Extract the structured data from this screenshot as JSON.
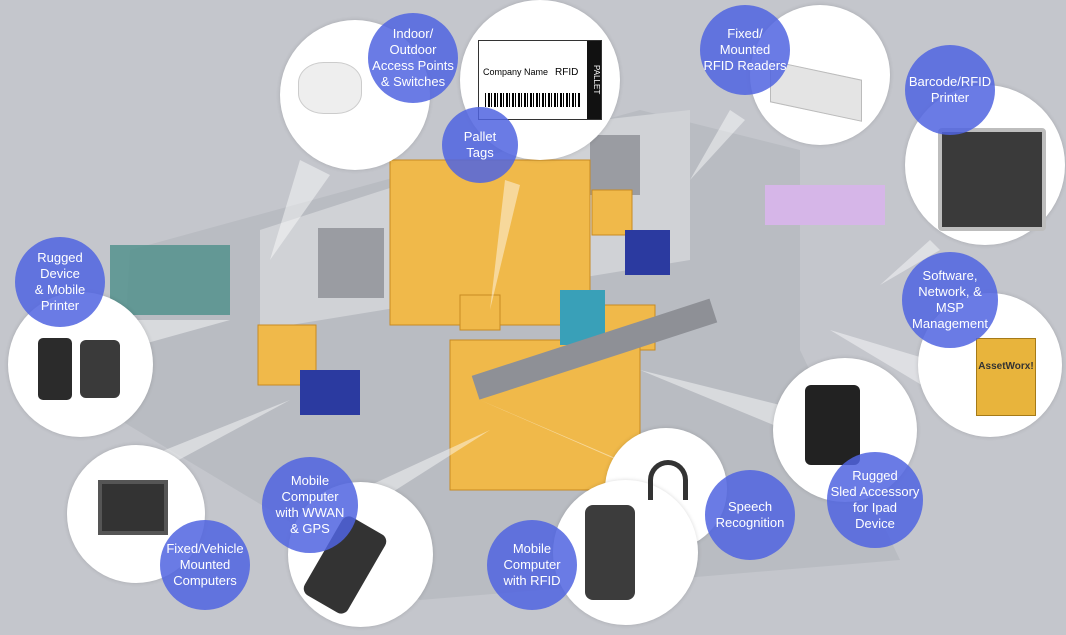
{
  "colors": {
    "background": "#c4c6cc",
    "label_bubble": "#5064e1",
    "floor": "#b9bcc2",
    "boxes": "#f0b94a",
    "forklift": "#2b3aa0"
  },
  "callouts": [
    {
      "id": "access-points",
      "label": "Indoor/\nOutdoor\nAccess Points\n& Switches"
    },
    {
      "id": "pallet-tags",
      "label": "Pallet\nTags"
    },
    {
      "id": "fixed-rfid",
      "label": "Fixed/\nMounted\nRFID Readers"
    },
    {
      "id": "printer",
      "label": "Barcode/RFID\nPrinter"
    },
    {
      "id": "software",
      "label": "Software,\nNetwork, &\nMSP\nManagement"
    },
    {
      "id": "sled",
      "label": "Rugged\nSled Accessory\nfor Ipad\nDevice"
    },
    {
      "id": "speech",
      "label": "Speech\nRecognition"
    },
    {
      "id": "mobile-rfid",
      "label": "Mobile\nComputer\nwith RFID"
    },
    {
      "id": "mobile-wwan",
      "label": "Mobile\nComputer\nwith WWAN\n& GPS"
    },
    {
      "id": "vehicle",
      "label": "Fixed/Vehicle\nMounted\nComputers"
    },
    {
      "id": "rugged-device",
      "label": "Rugged\nDevice\n& Mobile\nPrinter"
    }
  ],
  "pallet_tag": {
    "company": "Company Name",
    "rfid": "RFID",
    "side": "PALLET"
  },
  "software_box": {
    "brand": "AssetWorx!"
  }
}
